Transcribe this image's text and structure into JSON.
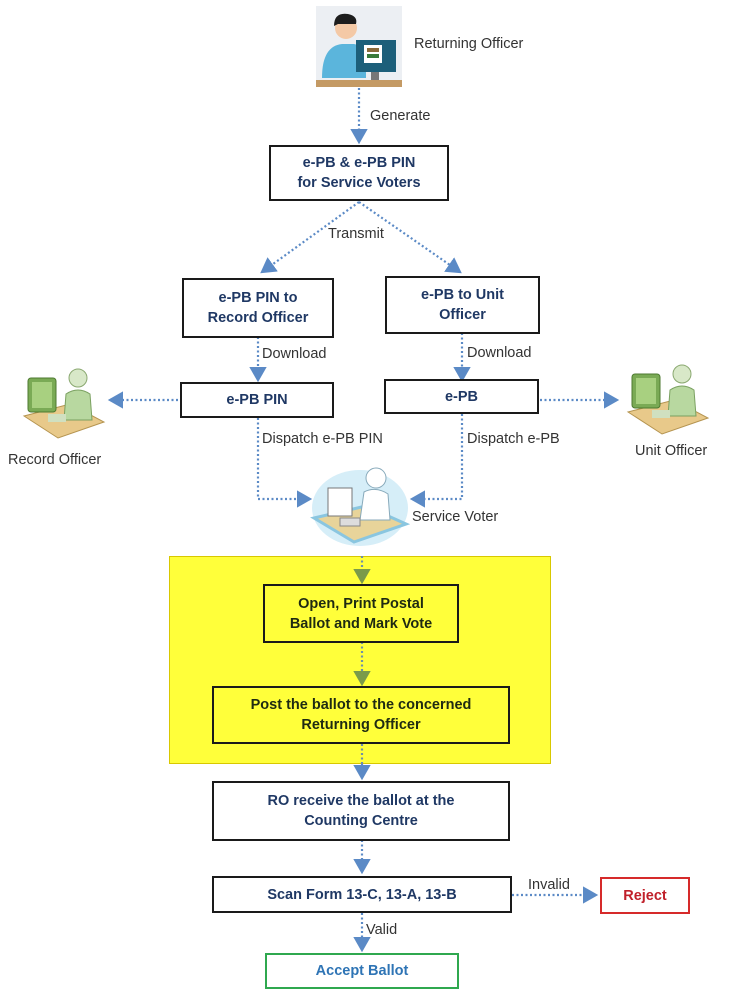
{
  "actors": {
    "returning_officer": "Returning Officer",
    "record_officer": "Record Officer",
    "unit_officer": "Unit Officer",
    "service_voter": "Service Voter"
  },
  "steps": {
    "generate_box": [
      "e-PB & e-PB PIN",
      "for Service Voters"
    ],
    "pin_to_ro": [
      "e-PB PIN to",
      "Record Officer"
    ],
    "epb_to_uo": [
      "e-PB to Unit",
      "Officer"
    ],
    "epb_pin": "e-PB PIN",
    "epb": "e-PB",
    "open_print": [
      "Open, Print Postal",
      "Ballot and Mark Vote"
    ],
    "post_ballot": [
      "Post the ballot to the concerned",
      "Returning Officer"
    ],
    "ro_receive": [
      "RO receive the ballot at the",
      "Counting Centre"
    ],
    "scan_form": "Scan Form 13-C, 13-A, 13-B",
    "reject": "Reject",
    "accept": "Accept Ballot"
  },
  "edges": {
    "generate": "Generate",
    "transmit": "Transmit",
    "download_left": "Download",
    "download_right": "Download",
    "dispatch_pin": "Dispatch e-PB PIN",
    "dispatch_epb": "Dispatch e-PB",
    "invalid": "Invalid",
    "valid": "Valid"
  },
  "colors": {
    "box_text": "#1f3864",
    "arrow": "#5b8ac6",
    "highlight": "#ffff3a",
    "reject": "#d62a2a",
    "accept_border": "#2fa84f",
    "accept_text": "#2e74b5"
  }
}
